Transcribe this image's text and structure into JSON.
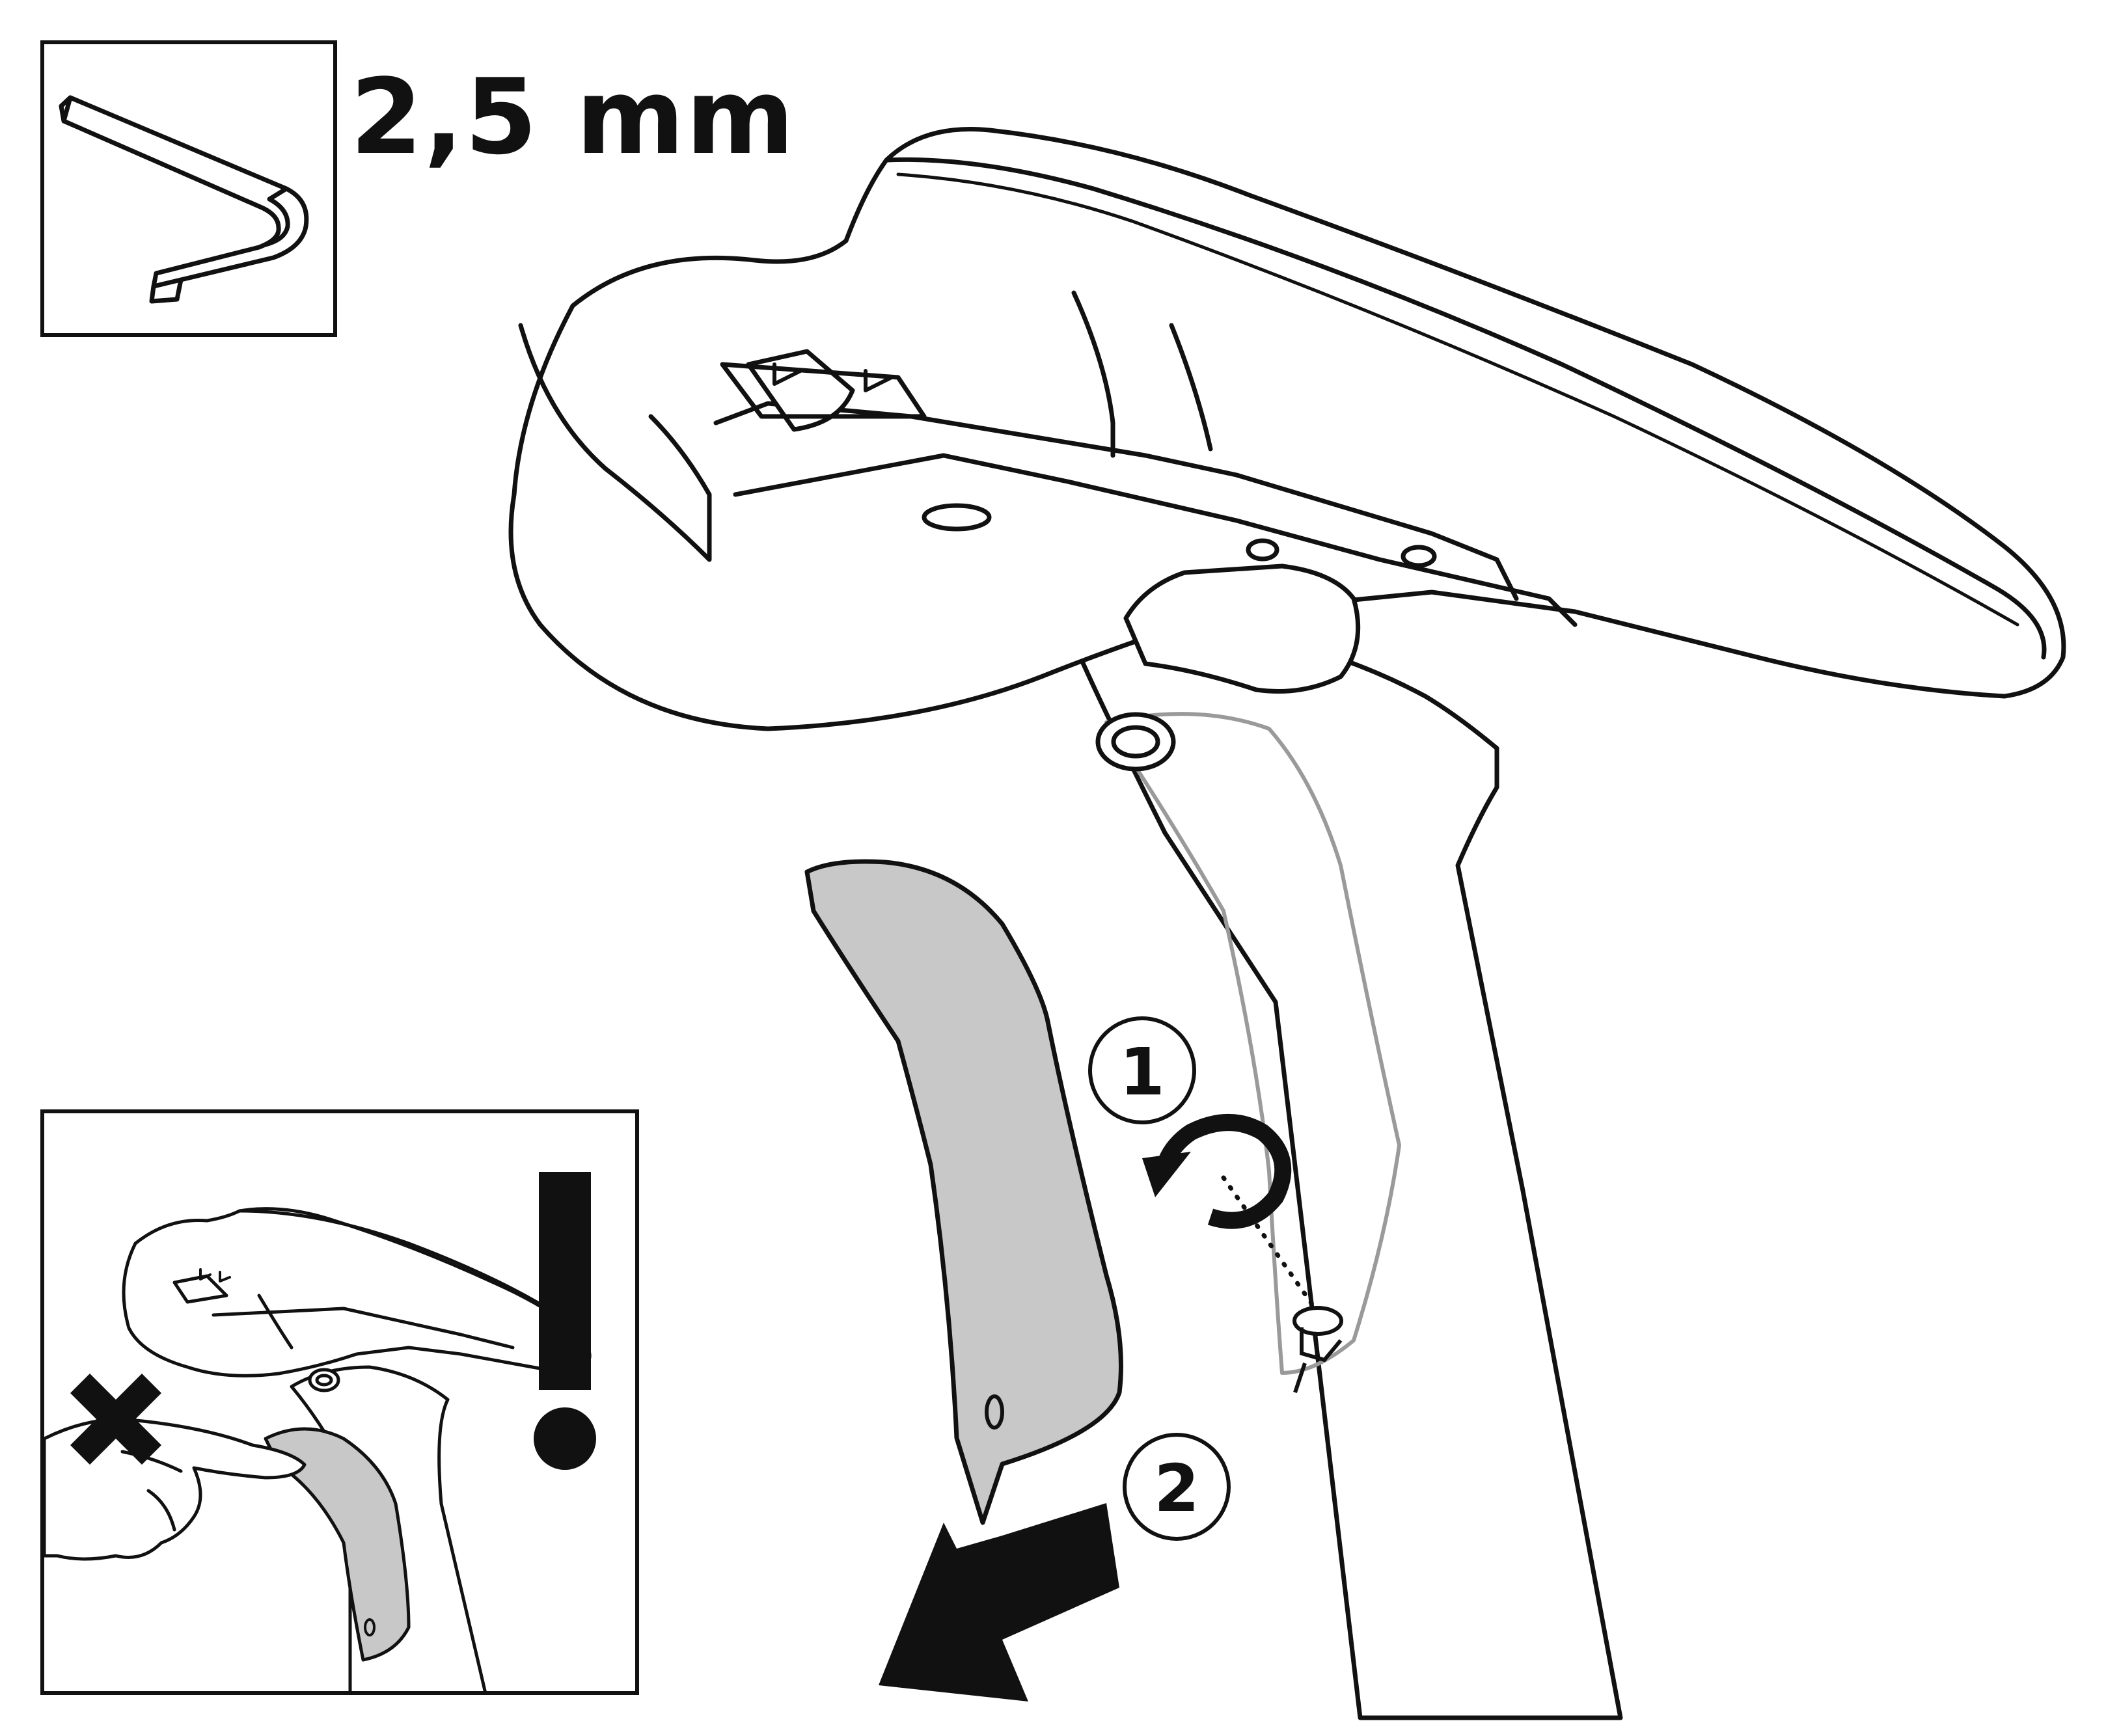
{
  "tool": {
    "icon": "hex-key-icon",
    "size_label": "2,5 mm"
  },
  "steps": [
    {
      "number": "1",
      "action": "unscrew",
      "icon": "rotate-counterclockwise-arrow-icon"
    },
    {
      "number": "2",
      "action": "pull-down",
      "icon": "arrow-down-left-icon"
    }
  ],
  "inset": {
    "warning_icon": "exclamation-mark-icon",
    "prohibited_icon": "cross-mark-icon"
  },
  "colors": {
    "line": "#111111",
    "cover_fill": "#c8c8c8",
    "ghost_outline": "#9a9a9a"
  }
}
